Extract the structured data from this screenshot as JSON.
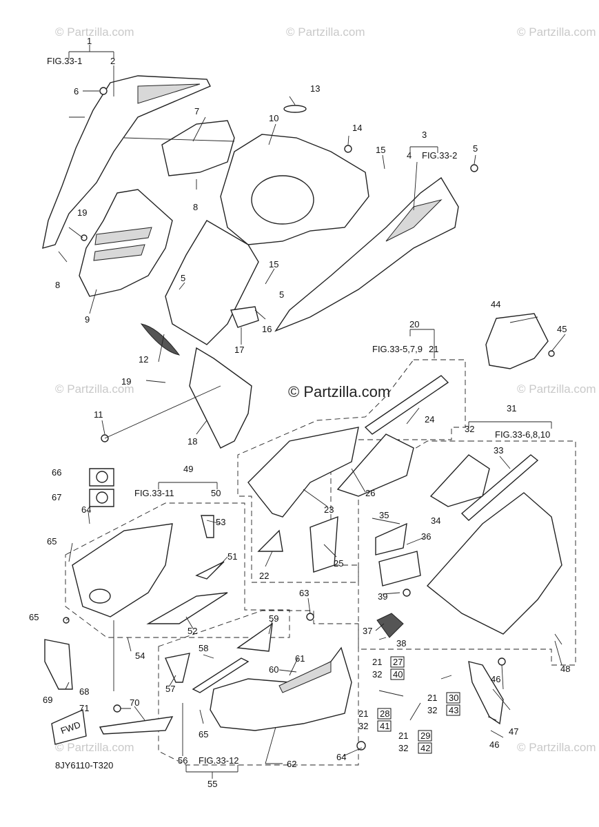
{
  "diagram_code": "8JY6110-T320",
  "watermark": "© Partzilla.com",
  "fwd_label": "FWD",
  "labels": [
    {
      "id": "l1",
      "text": "1"
    },
    {
      "id": "l2",
      "text": "2"
    },
    {
      "id": "l3",
      "text": "3"
    },
    {
      "id": "l4",
      "text": "4"
    },
    {
      "id": "l5a",
      "text": "5"
    },
    {
      "id": "l5b",
      "text": "5"
    },
    {
      "id": "l5c",
      "text": "5"
    },
    {
      "id": "l6",
      "text": "6"
    },
    {
      "id": "l7",
      "text": "7"
    },
    {
      "id": "l8a",
      "text": "8"
    },
    {
      "id": "l8b",
      "text": "8"
    },
    {
      "id": "l9",
      "text": "9"
    },
    {
      "id": "l10",
      "text": "10"
    },
    {
      "id": "l11",
      "text": "11"
    },
    {
      "id": "l12",
      "text": "12"
    },
    {
      "id": "l13",
      "text": "13"
    },
    {
      "id": "l14",
      "text": "14"
    },
    {
      "id": "l15a",
      "text": "15"
    },
    {
      "id": "l15b",
      "text": "15"
    },
    {
      "id": "l16",
      "text": "16"
    },
    {
      "id": "l17",
      "text": "17"
    },
    {
      "id": "l18",
      "text": "18"
    },
    {
      "id": "l19a",
      "text": "19"
    },
    {
      "id": "l19b",
      "text": "19"
    },
    {
      "id": "l20",
      "text": "20"
    },
    {
      "id": "l21",
      "text": "21"
    },
    {
      "id": "l22",
      "text": "22"
    },
    {
      "id": "l23",
      "text": "23"
    },
    {
      "id": "l24",
      "text": "24"
    },
    {
      "id": "l25",
      "text": "25"
    },
    {
      "id": "l26",
      "text": "26"
    },
    {
      "id": "l31",
      "text": "31"
    },
    {
      "id": "l32",
      "text": "32"
    },
    {
      "id": "l33",
      "text": "33"
    },
    {
      "id": "l34",
      "text": "34"
    },
    {
      "id": "l35",
      "text": "35"
    },
    {
      "id": "l36",
      "text": "36"
    },
    {
      "id": "l37",
      "text": "37"
    },
    {
      "id": "l38",
      "text": "38"
    },
    {
      "id": "l39",
      "text": "39"
    },
    {
      "id": "l44",
      "text": "44"
    },
    {
      "id": "l45",
      "text": "45"
    },
    {
      "id": "l46a",
      "text": "46"
    },
    {
      "id": "l46b",
      "text": "46"
    },
    {
      "id": "l47",
      "text": "47"
    },
    {
      "id": "l48",
      "text": "48"
    },
    {
      "id": "l49",
      "text": "49"
    },
    {
      "id": "l50",
      "text": "50"
    },
    {
      "id": "l51",
      "text": "51"
    },
    {
      "id": "l52",
      "text": "52"
    },
    {
      "id": "l53",
      "text": "53"
    },
    {
      "id": "l54",
      "text": "54"
    },
    {
      "id": "l55",
      "text": "55"
    },
    {
      "id": "l56",
      "text": "56"
    },
    {
      "id": "l57",
      "text": "57"
    },
    {
      "id": "l58",
      "text": "58"
    },
    {
      "id": "l59",
      "text": "59"
    },
    {
      "id": "l60",
      "text": "60"
    },
    {
      "id": "l61",
      "text": "61"
    },
    {
      "id": "l62",
      "text": "62"
    },
    {
      "id": "l63",
      "text": "63"
    },
    {
      "id": "l64a",
      "text": "64"
    },
    {
      "id": "l64b",
      "text": "64"
    },
    {
      "id": "l65a",
      "text": "65"
    },
    {
      "id": "l65b",
      "text": "65"
    },
    {
      "id": "l65c",
      "text": "65"
    },
    {
      "id": "l66",
      "text": "66"
    },
    {
      "id": "l67",
      "text": "67"
    },
    {
      "id": "l68",
      "text": "68"
    },
    {
      "id": "l69",
      "text": "69"
    },
    {
      "id": "l70",
      "text": "70"
    },
    {
      "id": "l71",
      "text": "71"
    },
    {
      "id": "l21a",
      "text": "21"
    },
    {
      "id": "l27",
      "text": "27"
    },
    {
      "id": "l32a",
      "text": "32"
    },
    {
      "id": "l40",
      "text": "40"
    },
    {
      "id": "l21b",
      "text": "21"
    },
    {
      "id": "l28",
      "text": "28"
    },
    {
      "id": "l32b",
      "text": "32"
    },
    {
      "id": "l41",
      "text": "41"
    },
    {
      "id": "l21c",
      "text": "21"
    },
    {
      "id": "l29",
      "text": "29"
    },
    {
      "id": "l32c",
      "text": "32"
    },
    {
      "id": "l42",
      "text": "42"
    },
    {
      "id": "l21d",
      "text": "21"
    },
    {
      "id": "l30",
      "text": "30"
    },
    {
      "id": "l32d",
      "text": "32"
    },
    {
      "id": "l43",
      "text": "43"
    }
  ],
  "figure_refs": [
    {
      "id": "f1",
      "text": "FIG.33-1"
    },
    {
      "id": "f2",
      "text": "FIG.33-2"
    },
    {
      "id": "f3",
      "text": "FIG.33-5,7,9"
    },
    {
      "id": "f4",
      "text": "FIG.33-6,8,10"
    },
    {
      "id": "f5",
      "text": "FIG.33-11"
    },
    {
      "id": "f6",
      "text": "FIG.33-12"
    }
  ]
}
